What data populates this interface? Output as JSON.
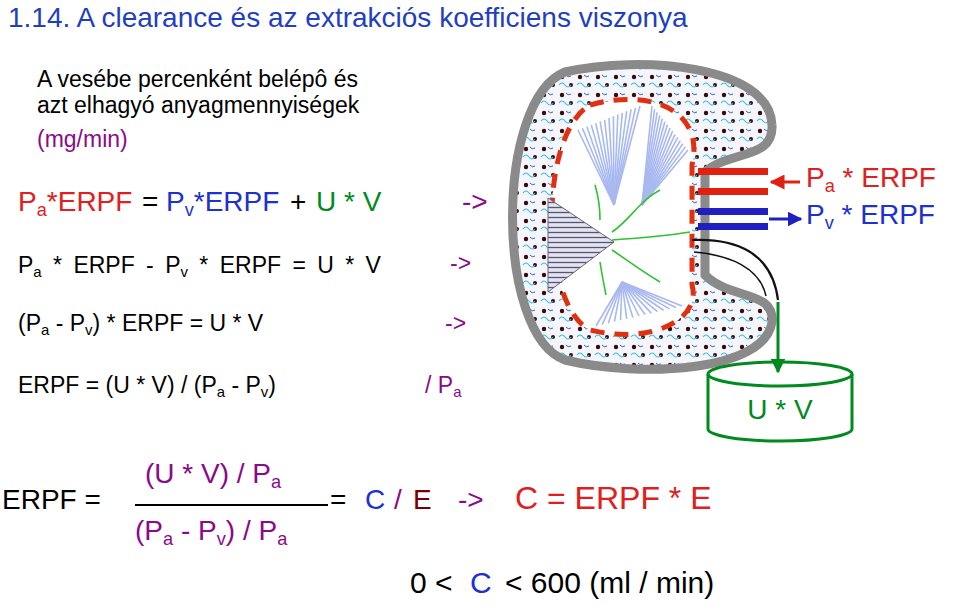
{
  "diagram": {
    "title": "1.14. A clearance és az extrakciós koefficiens viszonya",
    "nodes": [
      {
        "text": [
          "U * V"
        ]
      }
    ],
    "labels": [
      "A vesébe percenként belépô és azt elhagyó anyagmennyiségek",
      "(mg/min)",
      "Pa*ERPF",
      "=",
      "Pv*ERPF",
      "+",
      "U * V",
      "->",
      "Pa * ERPF - Pv * ERPF = U * V",
      "->",
      "(Pa - Pv) * ERPF = U * V",
      "->",
      "ERPF = (U * V) / (Pa - Pv)",
      "/ Pa",
      "Pa * ERPF",
      "Pv * ERPF",
      "(U * V) / Pa",
      "ERPF =",
      "(Pa - Pv) / Pa",
      "=",
      "C",
      "/",
      "E",
      "->",
      "C = ERPF * E",
      "0 <",
      "C",
      "< 600 (ml / min)"
    ]
  }
}
